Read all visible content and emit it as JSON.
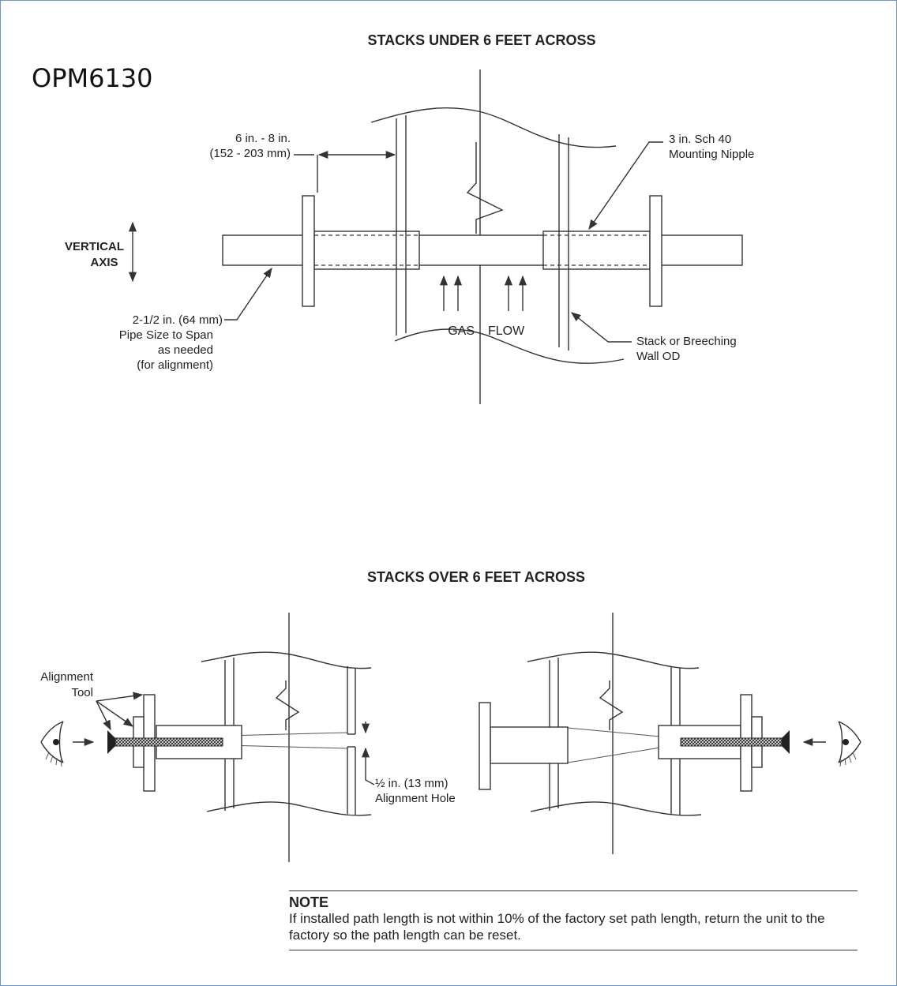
{
  "document": {
    "model": "OPM6130"
  },
  "top_diagram": {
    "title": "STACKS UNDER 6 FEET ACROSS",
    "dimension_line1": "6 in. - 8 in.",
    "dimension_line2": "(152 - 203 mm)",
    "nipple_line1": "3 in. Sch 40",
    "nipple_line2": "Mounting Nipple",
    "axis_line1": "VERTICAL",
    "axis_line2": "AXIS",
    "pipe_line1": "2-1/2 in. (64 mm)",
    "pipe_line2": "Pipe Size to Span",
    "pipe_line3": "as needed",
    "pipe_line4": "(for alignment)",
    "gas_label": "GAS",
    "flow_label": "FLOW",
    "wall_line1": "Stack or Breeching",
    "wall_line2": "Wall OD"
  },
  "bottom_diagram": {
    "title": "STACKS OVER 6 FEET ACROSS",
    "tool_line1": "Alignment",
    "tool_line2": "Tool",
    "hole_line1": "½ in. (13 mm)",
    "hole_line2": "Alignment Hole"
  },
  "note": {
    "title": "NOTE",
    "text": "If installed path length is not within 10% of the factory set path length, return the unit to the factory so the path length can be reset."
  }
}
